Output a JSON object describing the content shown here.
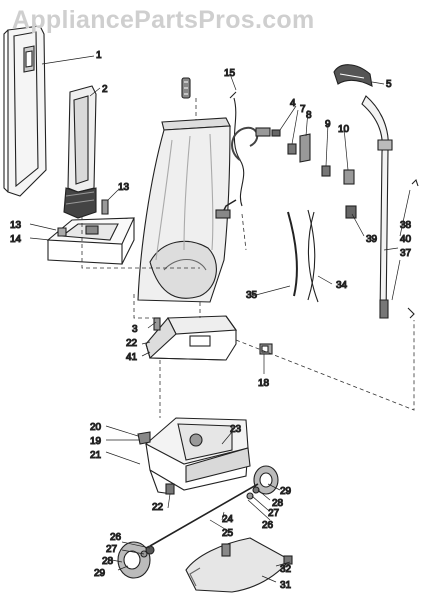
{
  "watermark": "AppliancePartsPros.com",
  "callouts": {
    "c1": "1",
    "c2": "2",
    "c3": "3",
    "c4": "4",
    "c5": "5",
    "c7": "7",
    "c8": "8",
    "c9": "9",
    "c10": "10",
    "c13a": "13",
    "c13b": "13",
    "c14": "14",
    "c15": "15",
    "c18": "18",
    "c19": "19",
    "c20": "20",
    "c21": "21",
    "c22a": "22",
    "c22b": "22",
    "c23": "23",
    "c24": "24",
    "c25": "25",
    "c26a": "26",
    "c26b": "26",
    "c27a": "27",
    "c27b": "27",
    "c28a": "28",
    "c28b": "28",
    "c29a": "29",
    "c29b": "29",
    "c31": "31",
    "c32": "32",
    "c34": "34",
    "c35": "35",
    "c37": "37",
    "c38": "38",
    "c39": "39",
    "c40": "40",
    "c41": "41"
  }
}
